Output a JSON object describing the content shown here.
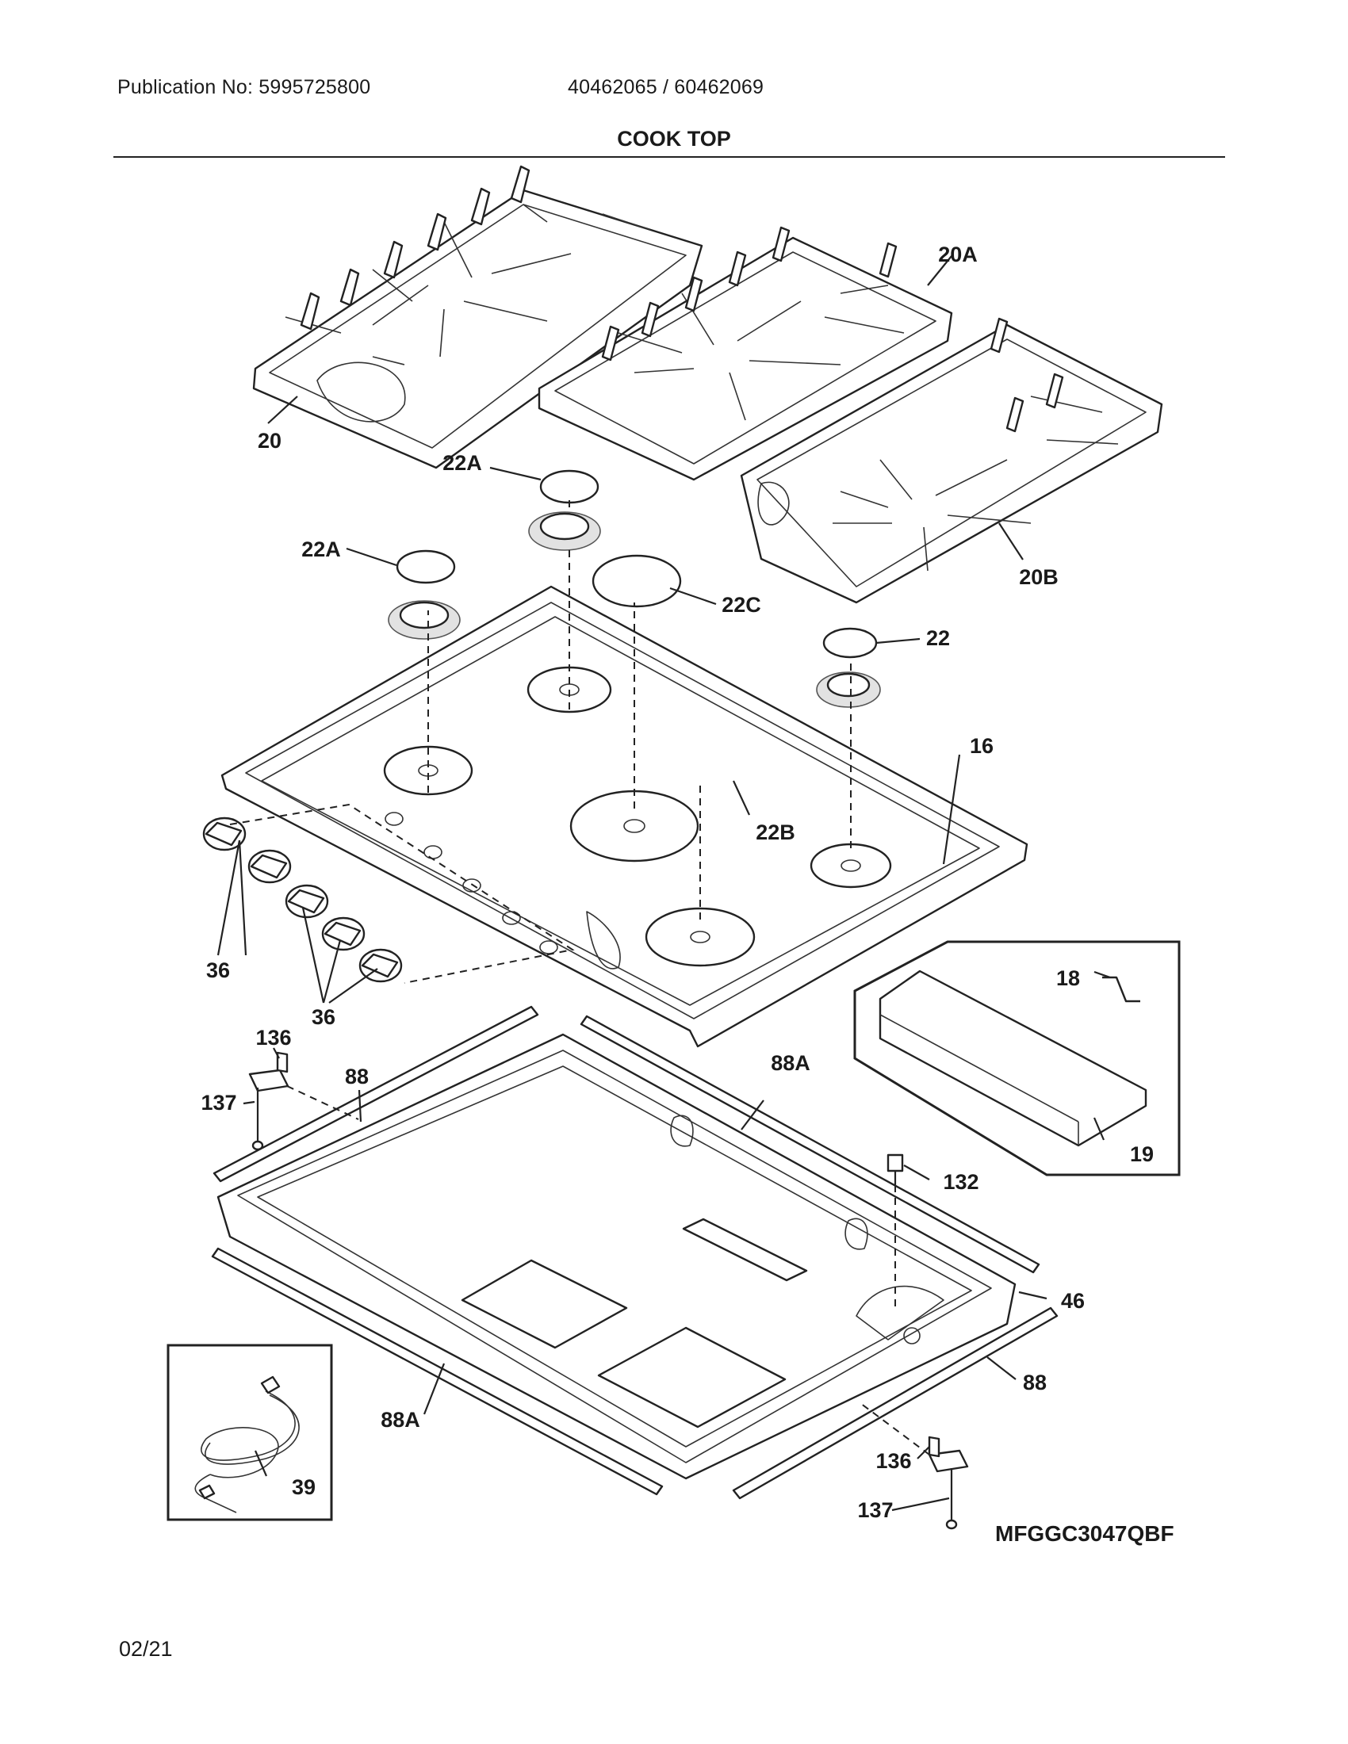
{
  "header": {
    "publication": "Publication No: 5995725800",
    "models": "40462065 / 60462069",
    "title": "COOK TOP"
  },
  "footer": {
    "page": "02/21"
  },
  "model_code": "MFGGC3047QBF",
  "callouts": {
    "grate_left": "20",
    "grate_center": "20A",
    "grate_right": "20B",
    "cap_back_center": "22A",
    "cap_back_left": "22A",
    "cap_large": "22C",
    "cap_right": "22",
    "cap_front_center": "22B",
    "cooktop": "16",
    "knobs_left": "36",
    "knobs_bottom": "36",
    "bracket_inset": "18",
    "shield_inset": "19",
    "clip_left": "136",
    "screw_left": "137",
    "gasket_back": "88",
    "gasket_side_right": "88A",
    "switch": "132",
    "burner_box": "46",
    "gasket_front": "88",
    "gasket_side_left": "88A",
    "cord": "39",
    "clip_right": "136",
    "screw_right": "137"
  }
}
